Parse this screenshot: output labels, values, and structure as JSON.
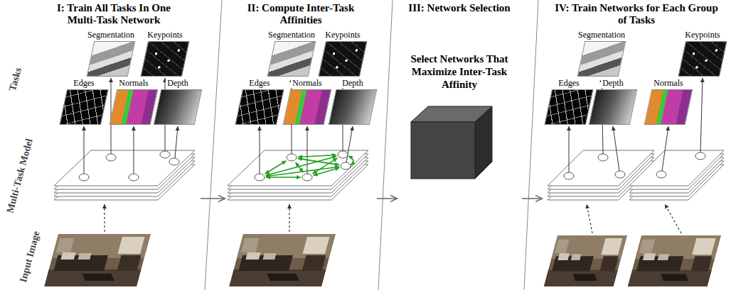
{
  "diagram": {
    "nodes": [
      {
        "text": [
          "I: Train All Tasks In One Multi-Task Network"
        ]
      },
      {
        "text": [
          "Segmentation"
        ],
        "in": 0
      },
      {
        "text": [
          "Keypoints"
        ],
        "in": 0
      },
      {
        "text": [
          "Edges"
        ],
        "in": 0
      },
      {
        "text": [
          "Normals"
        ],
        "in": 0
      },
      {
        "text": [
          "Depth"
        ],
        "in": 0
      },
      {
        "text": [
          "II: Compute Inter-Task Affinities"
        ]
      },
      {
        "text": [
          "Segmentation"
        ],
        "in": 6
      },
      {
        "text": [
          "Keypoints"
        ],
        "in": 6
      },
      {
        "text": [
          "Edges"
        ],
        "in": 6
      },
      {
        "text": [
          "Normals"
        ],
        "in": 6
      },
      {
        "text": [
          "Depth"
        ],
        "in": 6
      },
      {
        "text": [
          "III: Network Selection",
          "Select Networks That Maximize Inter-Task Affinity"
        ]
      },
      {
        "text": [
          "IV: Train Networks for Each Group of Tasks"
        ]
      },
      {
        "text": [
          "Segmentation"
        ],
        "in": 13
      },
      {
        "text": [
          "Keypoints"
        ],
        "in": 13
      },
      {
        "text": [
          "Edges"
        ],
        "in": 13
      },
      {
        "text": [
          "Depth"
        ],
        "in": 13
      },
      {
        "text": [
          "Normals"
        ],
        "in": 13
      }
    ],
    "edges": [
      {
        "from": 0,
        "to": 6,
        "arrow": "to"
      },
      {
        "from": 6,
        "to": 12,
        "arrow": "to"
      },
      {
        "from": 12,
        "to": 13,
        "arrow": "to"
      }
    ],
    "labels": [
      "Tasks",
      "Multi-Task Model",
      "Input Image"
    ]
  }
}
